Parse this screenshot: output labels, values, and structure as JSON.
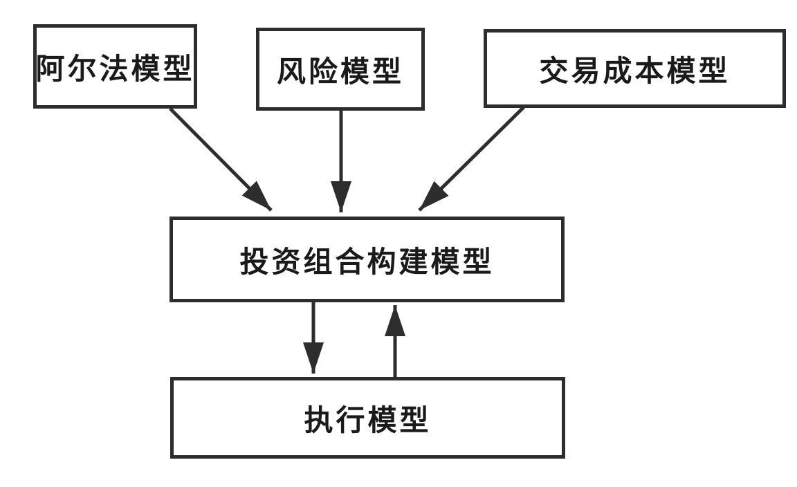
{
  "colors": {
    "background": "#ffffff",
    "line": "#2d2d2d",
    "text": "#1a1a1a"
  },
  "diagram": {
    "type": "flowchart",
    "nodes": [
      {
        "id": "alpha",
        "label": "阿尔法模型"
      },
      {
        "id": "risk",
        "label": "风险模型"
      },
      {
        "id": "cost",
        "label": "交易成本模型"
      },
      {
        "id": "portfolio",
        "label": "投资组合构建模型"
      },
      {
        "id": "execution",
        "label": "执行模型"
      }
    ],
    "edges": [
      {
        "from": "alpha",
        "to": "portfolio",
        "direction": "down-right"
      },
      {
        "from": "risk",
        "to": "portfolio",
        "direction": "down"
      },
      {
        "from": "cost",
        "to": "portfolio",
        "direction": "down-left"
      },
      {
        "from": "portfolio",
        "to": "execution",
        "direction": "down"
      },
      {
        "from": "execution",
        "to": "portfolio",
        "direction": "up"
      }
    ]
  }
}
